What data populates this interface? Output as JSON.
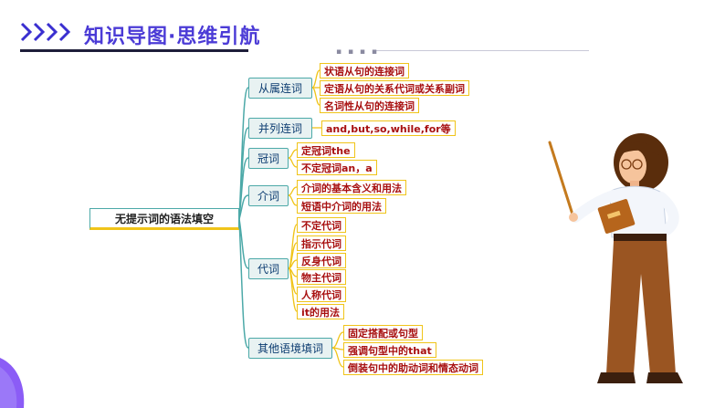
{
  "header": {
    "title": "知识导图·思维引航",
    "dots": "▪ ▪ ▪ ▪",
    "accent_color": "#4b3bd6"
  },
  "mindmap": {
    "root": "无提示词的语法填空",
    "branches": [
      {
        "label": "从属连词",
        "leaves": [
          "状语从句的连接词",
          "定语从句的关系代词或关系副词",
          "名词性从句的连接词"
        ]
      },
      {
        "label": "并列连词",
        "leaves": [
          "and,but,so,while,for等"
        ]
      },
      {
        "label": "冠词",
        "leaves": [
          "定冠词the",
          "不定冠词an，a"
        ]
      },
      {
        "label": "介词",
        "leaves": [
          "介词的基本含义和用法",
          "短语中介词的用法"
        ]
      },
      {
        "label": "代词",
        "leaves": [
          "不定代词",
          "指示代词",
          "反身代词",
          "物主代词",
          "人称代词",
          "it的用法"
        ]
      },
      {
        "label": "其他语境填词",
        "leaves": [
          "固定搭配或句型",
          "强调句型中的that",
          "倒装句中的助动词和情态动词"
        ]
      }
    ],
    "colors": {
      "branch_border": "#4ca9a8",
      "leaf_border": "#f0c419",
      "leaf_text": "#a81010",
      "branch_text": "#0b3b70"
    }
  },
  "illustration": {
    "subject": "teacher-with-pointer"
  }
}
